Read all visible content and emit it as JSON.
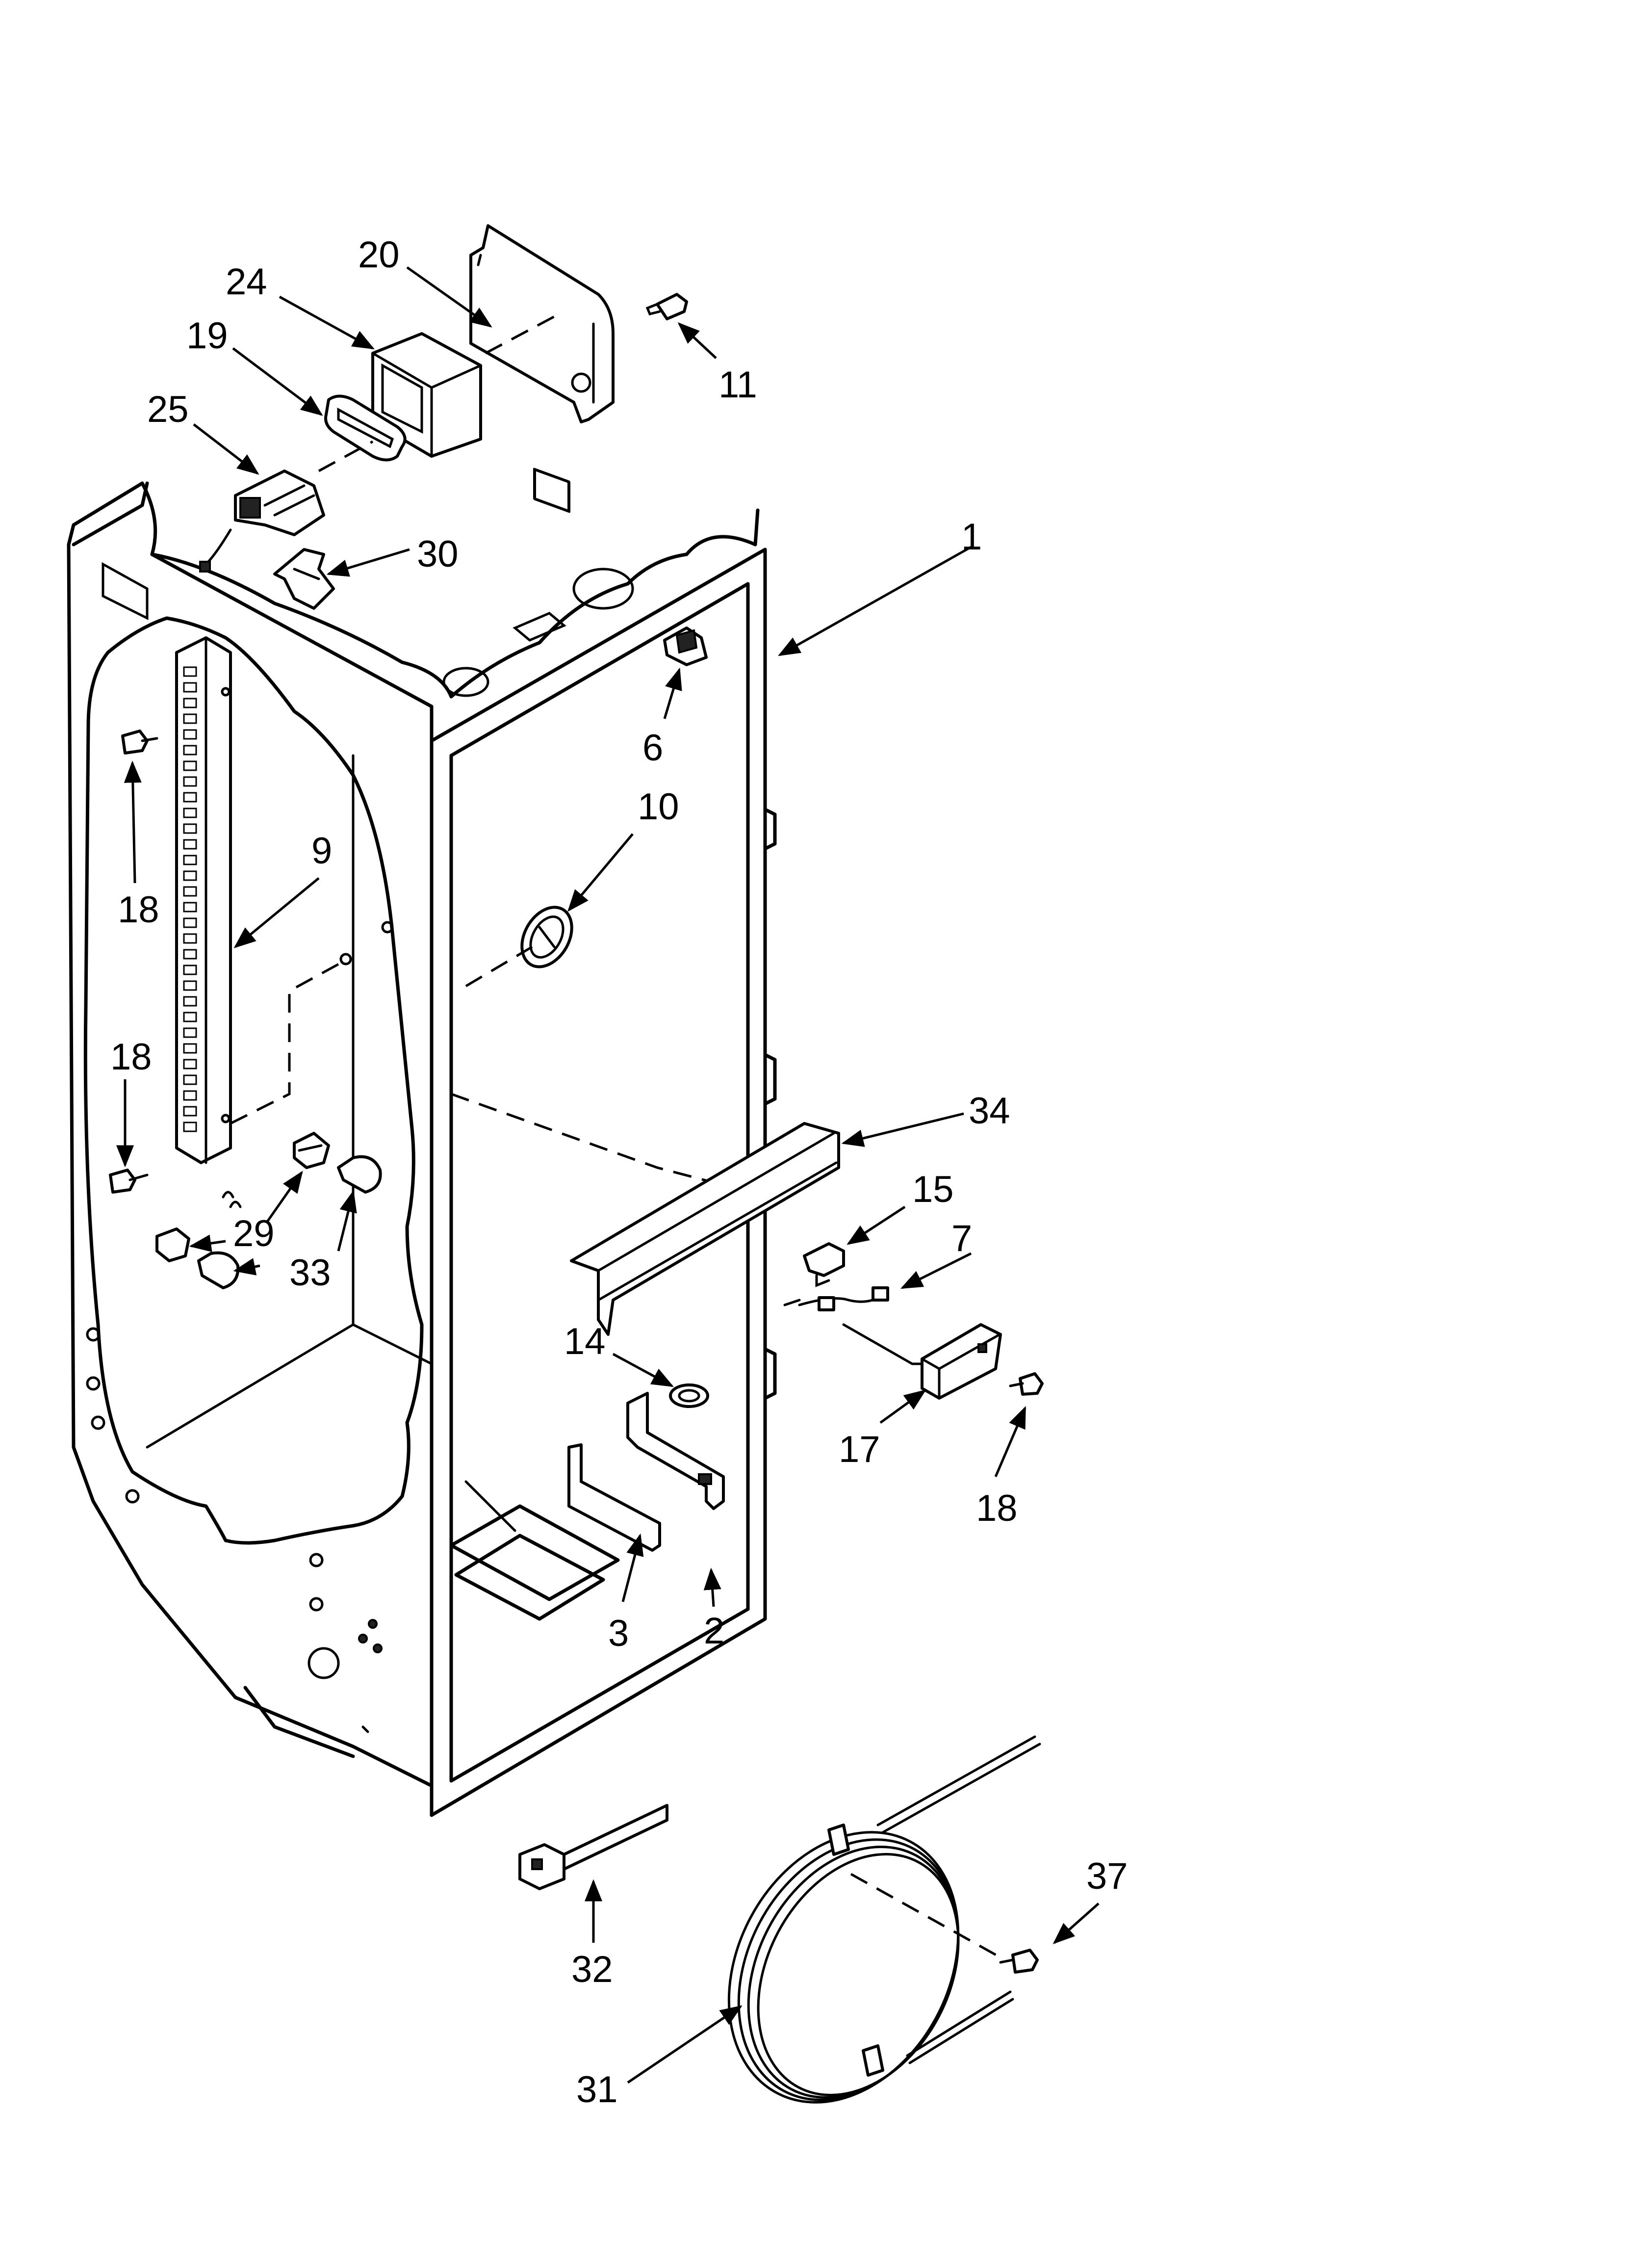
{
  "callouts": [
    {
      "id": "c1",
      "text": "1"
    },
    {
      "id": "c2",
      "text": "2"
    },
    {
      "id": "c3",
      "text": "3"
    },
    {
      "id": "c6",
      "text": "6"
    },
    {
      "id": "c7",
      "text": "7"
    },
    {
      "id": "c9",
      "text": "9"
    },
    {
      "id": "c10",
      "text": "10"
    },
    {
      "id": "c11",
      "text": "11"
    },
    {
      "id": "c14",
      "text": "14"
    },
    {
      "id": "c15",
      "text": "15"
    },
    {
      "id": "c17",
      "text": "17"
    },
    {
      "id": "c18a",
      "text": "18"
    },
    {
      "id": "c18b",
      "text": "18"
    },
    {
      "id": "c18c",
      "text": "18"
    },
    {
      "id": "c19",
      "text": "19"
    },
    {
      "id": "c20",
      "text": "20"
    },
    {
      "id": "c24",
      "text": "24"
    },
    {
      "id": "c25",
      "text": "25"
    },
    {
      "id": "c29",
      "text": "29"
    },
    {
      "id": "c30",
      "text": "30"
    },
    {
      "id": "c31",
      "text": "31"
    },
    {
      "id": "c32",
      "text": "32"
    },
    {
      "id": "c33",
      "text": "33"
    },
    {
      "id": "c34",
      "text": "34"
    },
    {
      "id": "c37",
      "text": "37"
    }
  ]
}
